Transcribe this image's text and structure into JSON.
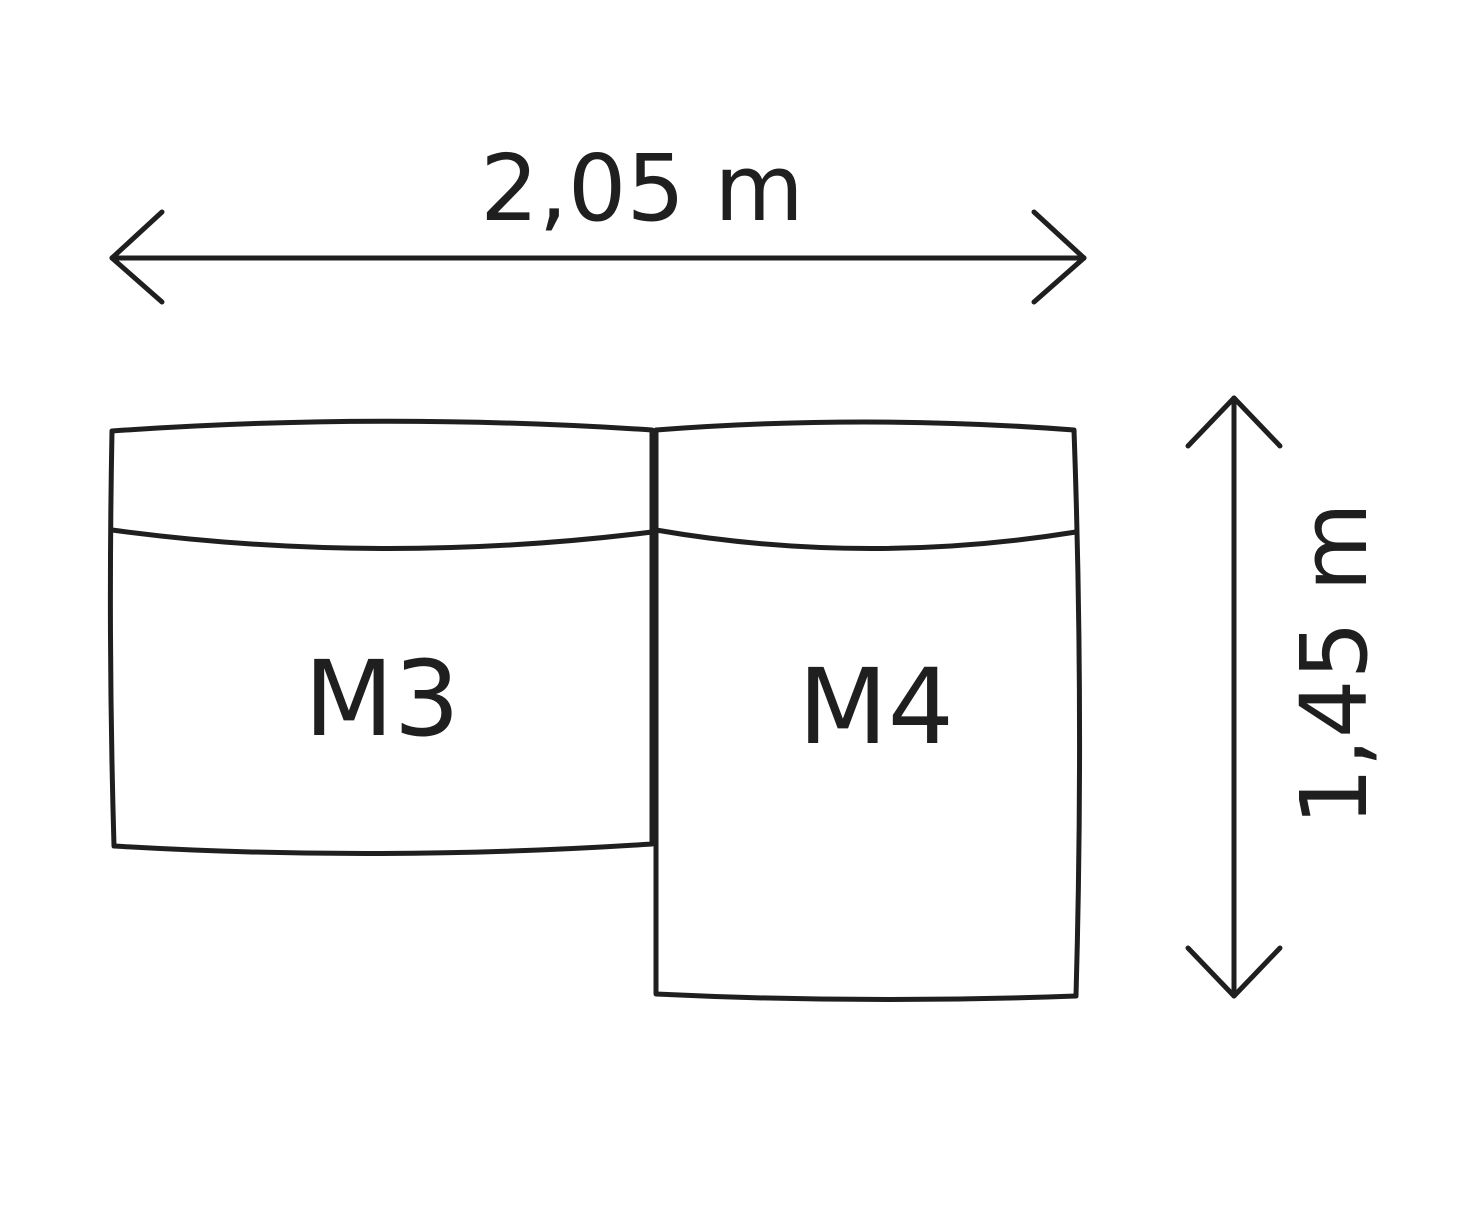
{
  "diagram": {
    "width_label": "2,05 m",
    "height_label": "1,45 m",
    "modules": [
      {
        "label": "M3"
      },
      {
        "label": "M4"
      }
    ]
  }
}
